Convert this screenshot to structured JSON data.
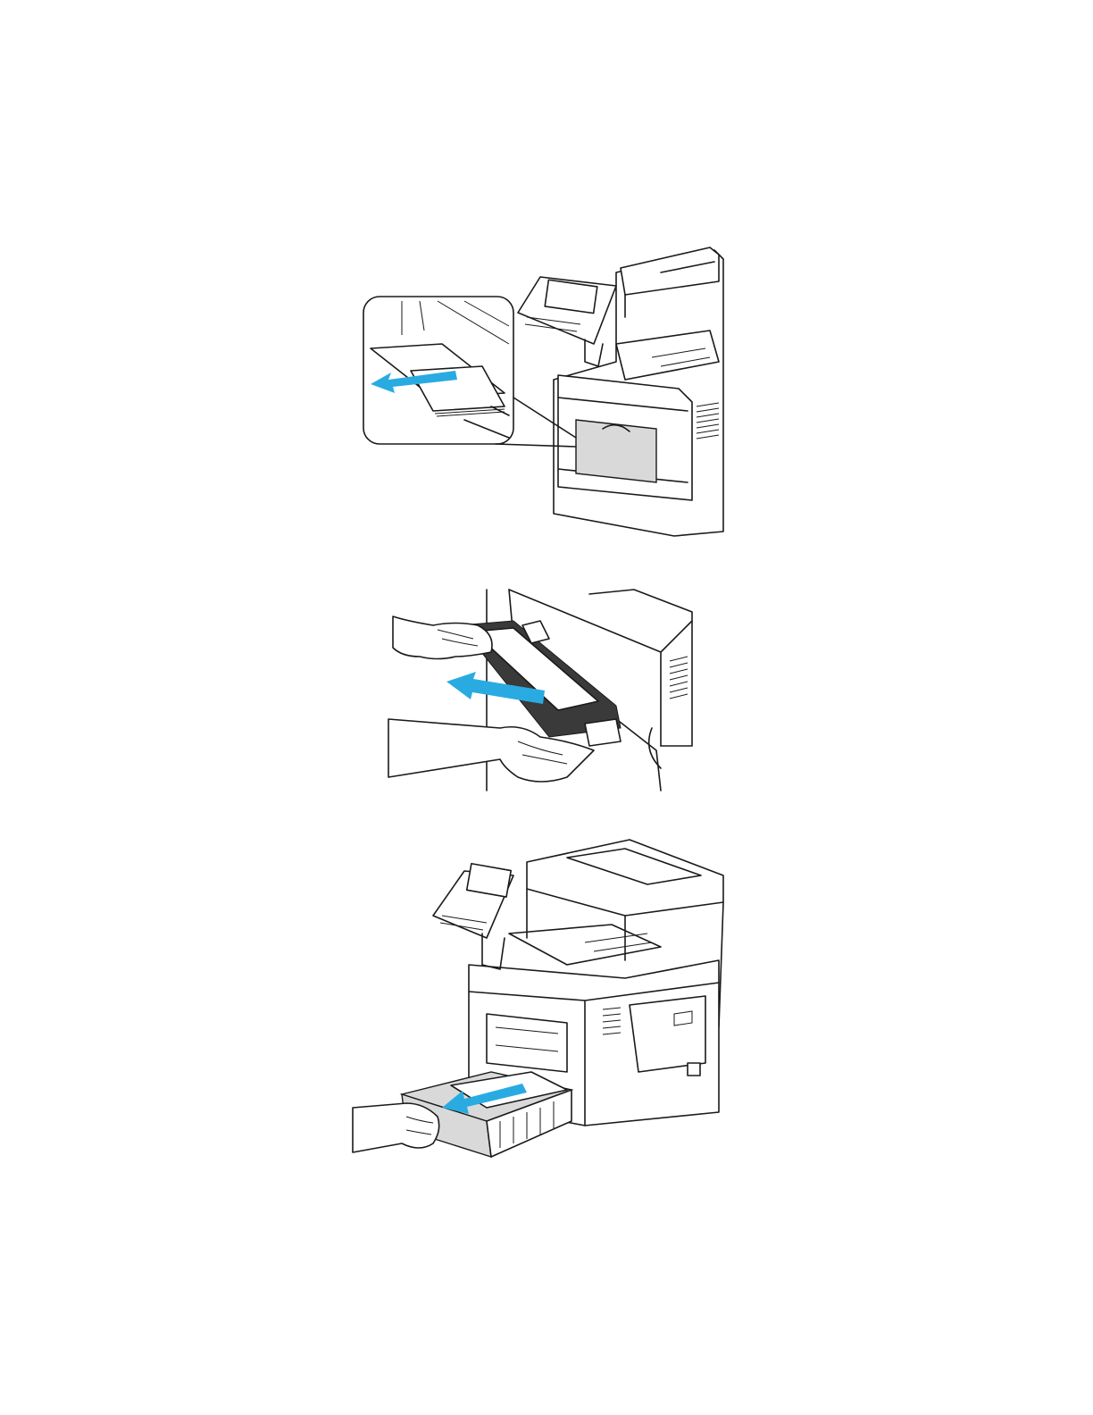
{
  "page": {
    "background": "#ffffff"
  },
  "colors": {
    "arrow": "#29abe2",
    "line": "#1a1a1a",
    "shade": "#d9d9d9"
  },
  "figures": [
    {
      "id": "fig1",
      "icon": "printer-bypass-tray-remove-paper-illustration",
      "arrow_direction": "left"
    },
    {
      "id": "fig2",
      "icon": "hands-removing-bypass-tray-illustration",
      "arrow_direction": "left"
    },
    {
      "id": "fig3",
      "icon": "hand-pulling-out-paper-tray-illustration",
      "arrow_direction": "left"
    }
  ]
}
